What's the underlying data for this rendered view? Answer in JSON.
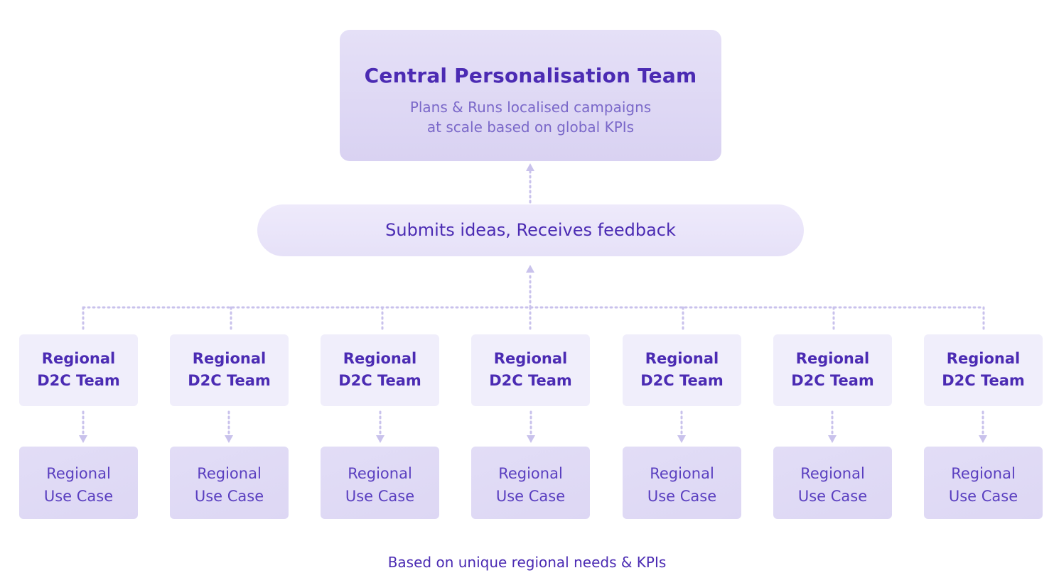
{
  "central": {
    "title": "Central Personalisation Team",
    "subtitle_line1": "Plans & Runs localised campaigns",
    "subtitle_line2": "at scale based on global KPIs"
  },
  "feedback_pill": {
    "label": "Submits ideas, Receives feedback"
  },
  "teams": [
    {
      "line1": "Regional",
      "line2": "D2C Team"
    },
    {
      "line1": "Regional",
      "line2": "D2C Team"
    },
    {
      "line1": "Regional",
      "line2": "D2C Team"
    },
    {
      "line1": "Regional",
      "line2": "D2C Team"
    },
    {
      "line1": "Regional",
      "line2": "D2C Team"
    },
    {
      "line1": "Regional",
      "line2": "D2C Team"
    },
    {
      "line1": "Regional",
      "line2": "D2C Team"
    }
  ],
  "use_cases": [
    {
      "line1": "Regional",
      "line2": "Use Case"
    },
    {
      "line1": "Regional",
      "line2": "Use Case"
    },
    {
      "line1": "Regional",
      "line2": "Use Case"
    },
    {
      "line1": "Regional",
      "line2": "Use Case"
    },
    {
      "line1": "Regional",
      "line2": "Use Case"
    },
    {
      "line1": "Regional",
      "line2": "Use Case"
    },
    {
      "line1": "Regional",
      "line2": "Use Case"
    }
  ],
  "footer": {
    "note": "Based on unique regional needs & KPIs"
  },
  "colors": {
    "primary_text": "#4b2bb3",
    "secondary_text": "#7a68c9",
    "connector": "#c9c2ec"
  }
}
